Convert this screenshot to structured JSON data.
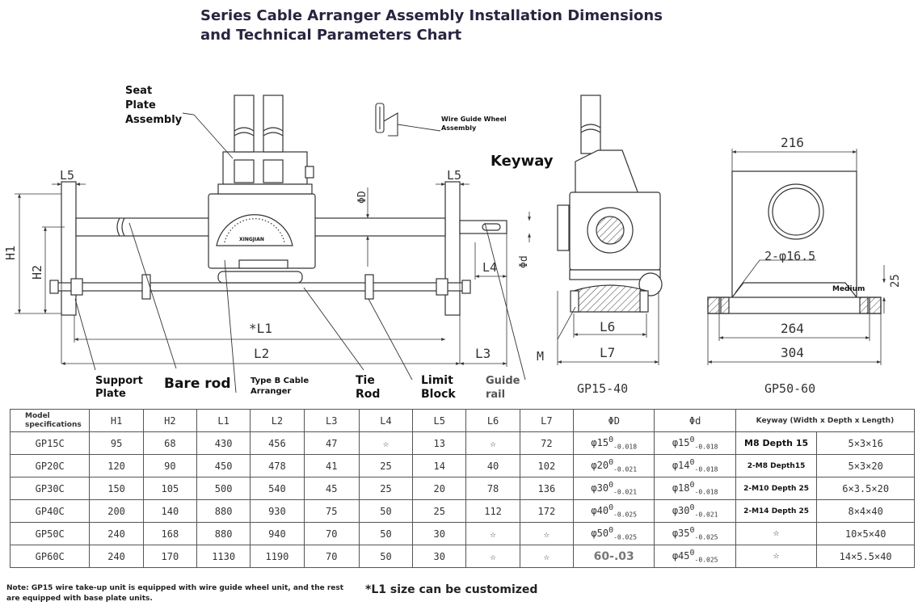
{
  "title": {
    "line1": "Series Cable Arranger Assembly Installation Dimensions",
    "line2": "and Technical Parameters Chart"
  },
  "labels": {
    "seat_plate_1": "Seat",
    "seat_plate_2": "Plate",
    "seat_plate_3": "Assembly",
    "wire_guide_1": "Wire Guide Wheel",
    "wire_guide_2": "Assembly",
    "keyway": "Keyway",
    "support_plate_1": "Support",
    "support_plate_2": "Plate",
    "bare_rod": "Bare rod",
    "cable_arranger_1": "Type B Cable",
    "cable_arranger_2": "Arranger",
    "tie_rod_1": "Tie",
    "tie_rod_2": "Rod",
    "limit_block_1": "Limit",
    "limit_block_2": "Block",
    "guide_rail_1": "Guide",
    "guide_rail_2": "rail",
    "medium": "Medium",
    "gp15_40": "GP15-40",
    "gp50_60": "GP50-60",
    "brand": "XINGJIAN"
  },
  "dims": {
    "L5a": "L5",
    "L5b": "L5",
    "H1": "H1",
    "H2": "H2",
    "phiD": "ΦD",
    "phid": "Φd",
    "L4": "L4",
    "L1": "*L1",
    "L2": "L2",
    "L3": "L3",
    "L6": "L6",
    "L7": "L7",
    "M": "M",
    "w216": "216",
    "holes": "2-φ16.5",
    "h25": "25",
    "w264": "264",
    "w304": "304"
  },
  "table": {
    "model_header_1": "Model",
    "model_header_2": "specifications",
    "headers": [
      "H1",
      "H2",
      "L1",
      "L2",
      "L3",
      "L4",
      "L5",
      "L6",
      "L7",
      "ΦD",
      "Φd"
    ],
    "keyway_header": "Keyway (Width x Depth x Length)",
    "rows": [
      {
        "model": "GP15C",
        "h1": "95",
        "h2": "68",
        "l1": "430",
        "l2": "456",
        "l3": "47",
        "l4": "☆",
        "l5": "13",
        "l6": "☆",
        "l7": "72",
        "D": "φ15",
        "D_up": "0",
        "D_low": "-0.018",
        "d": "φ15",
        "d_up": "0",
        "d_low": "-0.018",
        "m": "M8 Depth 15",
        "key": "5×3×16"
      },
      {
        "model": "GP20C",
        "h1": "120",
        "h2": "90",
        "l1": "450",
        "l2": "478",
        "l3": "41",
        "l4": "25",
        "l5": "14",
        "l6": "40",
        "l7": "102",
        "D": "φ20",
        "D_up": "0",
        "D_low": "-0.021",
        "d": "φ14",
        "d_up": "0",
        "d_low": "-0.018",
        "m": "2-M8 Depth15",
        "key": "5×3×20"
      },
      {
        "model": "GP30C",
        "h1": "150",
        "h2": "105",
        "l1": "500",
        "l2": "540",
        "l3": "45",
        "l4": "25",
        "l5": "20",
        "l6": "78",
        "l7": "136",
        "D": "φ30",
        "D_up": "0",
        "D_low": "-0.021",
        "d": "φ18",
        "d_up": "0",
        "d_low": "-0.018",
        "m": "2-M10 Depth 25",
        "key": "6×3.5×20"
      },
      {
        "model": "GP40C",
        "h1": "200",
        "h2": "140",
        "l1": "880",
        "l2": "930",
        "l3": "75",
        "l4": "50",
        "l5": "25",
        "l6": "112",
        "l7": "172",
        "D": "φ40",
        "D_up": "0",
        "D_low": "-0.025",
        "d": "φ30",
        "d_up": "0",
        "d_low": "-0.021",
        "m": "2-M14 Depth 25",
        "key": "8×4×40"
      },
      {
        "model": "GP50C",
        "h1": "240",
        "h2": "168",
        "l1": "880",
        "l2": "940",
        "l3": "70",
        "l4": "50",
        "l5": "30",
        "l6": "☆",
        "l7": "☆",
        "D": "φ50",
        "D_up": "0",
        "D_low": "-0.025",
        "d": "φ35",
        "d_up": "0",
        "d_low": "-0.025",
        "m": "☆",
        "key": "10×5×40"
      },
      {
        "model": "GP60C",
        "h1": "240",
        "h2": "170",
        "l1": "1130",
        "l2": "1190",
        "l3": "70",
        "l4": "50",
        "l5": "30",
        "l6": "☆",
        "l7": "☆",
        "D_text": "60-.03",
        "d": "φ45",
        "d_up": "0",
        "d_low": "-0.025",
        "m": "☆",
        "key": "14×5.5×40"
      }
    ]
  },
  "note": "Note: GP15 wire take-up unit is equipped with wire guide wheel unit, and the rest are equipped with base plate units.",
  "custom_note": "*L1 size can be customized",
  "colors": {
    "line": "#333333",
    "title": "#2a2440"
  }
}
